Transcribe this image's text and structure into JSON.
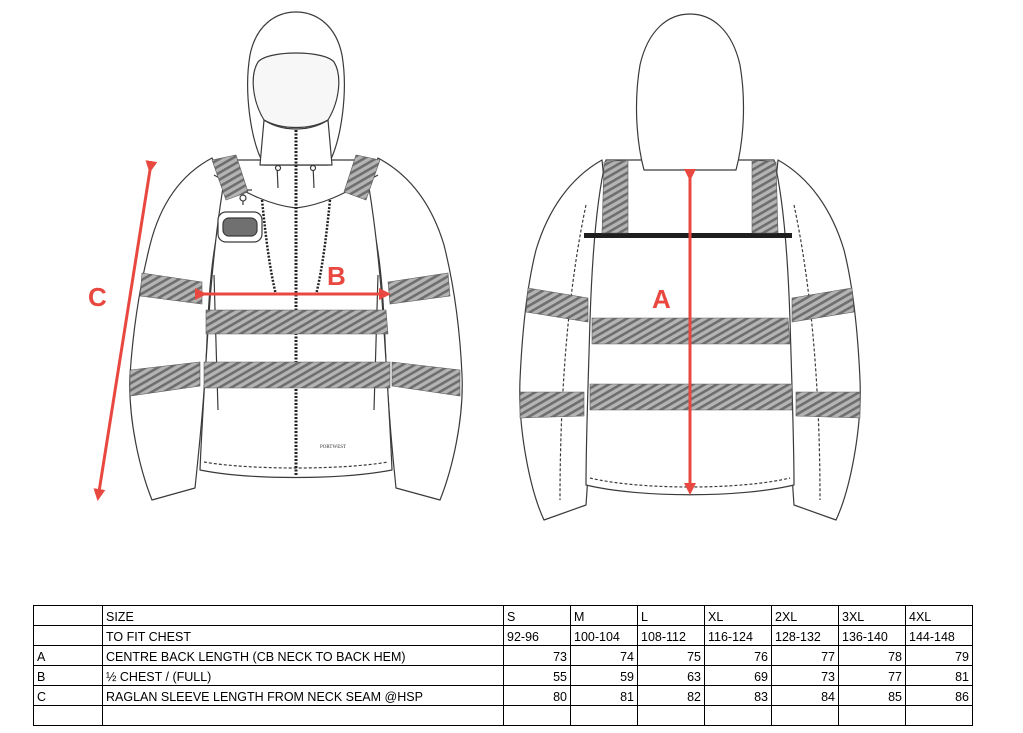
{
  "colors": {
    "arrow": "#e8483f",
    "outline": "#3a3a3a",
    "tape": "#8e8e8e",
    "yoke_band": "#1e1e1e"
  },
  "diagram": {
    "front_labels": {
      "b": "B",
      "c": "C"
    },
    "back_labels": {
      "a": "A"
    },
    "brand_mark": "PORTWEST"
  },
  "table": {
    "header": {
      "code": "",
      "label": "SIZE",
      "sizes": [
        "S",
        "M",
        "L",
        "XL",
        "2XL",
        "3XL",
        "4XL"
      ]
    },
    "rows": [
      {
        "code": "",
        "label": "TO FIT CHEST",
        "values": [
          "92-96",
          "100-104",
          "108-112",
          "116-124",
          "128-132",
          "136-140",
          "144-148"
        ]
      },
      {
        "code": "A",
        "label": "CENTRE BACK LENGTH (CB NECK TO BACK HEM)",
        "values": [
          "73",
          "74",
          "75",
          "76",
          "77",
          "78",
          "79"
        ]
      },
      {
        "code": "B",
        "label": "½ CHEST  / (FULL)",
        "values": [
          "55",
          "59",
          "63",
          "69",
          "73",
          "77",
          "81"
        ]
      },
      {
        "code": "C",
        "label": "RAGLAN SLEEVE LENGTH FROM NECK SEAM @HSP",
        "values": [
          "80",
          "81",
          "82",
          "83",
          "84",
          "85",
          "86"
        ]
      }
    ]
  }
}
